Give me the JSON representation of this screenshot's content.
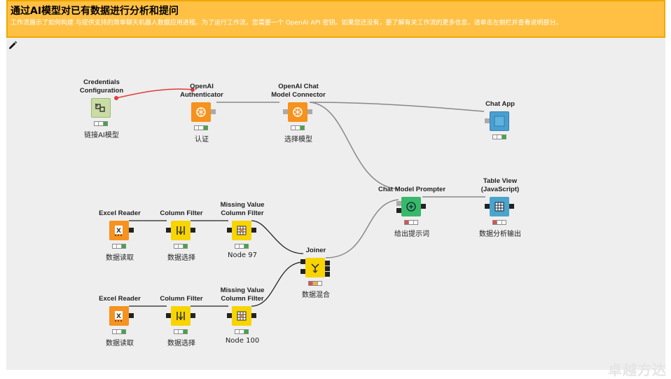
{
  "banner": {
    "title": "通过AI模型对已有数据进行分析和提问",
    "description": "工作流展示了如何构建 与提供支持的简单聊天机器人数据应用进程。为了运行工作流，您需要一个 OpenAI API 密钥。如果您还没有，要了解有关工作流的更多信息，请单击左侧栏并查看说明部分。"
  },
  "colors": {
    "canvas": "#eeeeee",
    "banner": "#ffc044",
    "wire": "#888888",
    "credential_wire": "#e03c3c"
  },
  "nodes": {
    "credentials": {
      "title": "Credentials\nConfiguration",
      "label": "链接AI模型",
      "icon": "credentials-icon"
    },
    "openai_auth": {
      "title": "OpenAI\nAuthenticator",
      "label": "认证",
      "icon": "openai-icon"
    },
    "chat_connector": {
      "title": "OpenAI Chat\nModel Connector",
      "label": "选择模型",
      "icon": "openai-icon"
    },
    "chat_app": {
      "title": "Chat App",
      "label": "",
      "icon": "chat-app-icon"
    },
    "excel1": {
      "title": "Excel Reader",
      "label": "数据读取",
      "icon": "excel-icon"
    },
    "colfilter1": {
      "title": "Column Filter",
      "label": "数据选择",
      "icon": "filter-icon"
    },
    "missing1": {
      "title": "Missing Value\nColumn Filter",
      "label": "Node 97",
      "icon": "missing-value-icon"
    },
    "joiner": {
      "title": "Joiner",
      "label": "数据混合",
      "icon": "joiner-icon"
    },
    "prompter": {
      "title": "Chat Model Prompter",
      "label": "给出提示词",
      "icon": "prompter-icon"
    },
    "tableview": {
      "title": "Table View\n(JavaScript)",
      "label": "数据分析输出",
      "icon": "table-icon"
    },
    "excel2": {
      "title": "Excel Reader",
      "label": "数据读取",
      "icon": "excel-icon"
    },
    "colfilter2": {
      "title": "Column Filter",
      "label": "数据选择",
      "icon": "filter-icon"
    },
    "missing2": {
      "title": "Missing Value\nColumn Filter",
      "label": "Node 100",
      "icon": "missing-value-icon"
    }
  },
  "watermark": "卓越方达"
}
